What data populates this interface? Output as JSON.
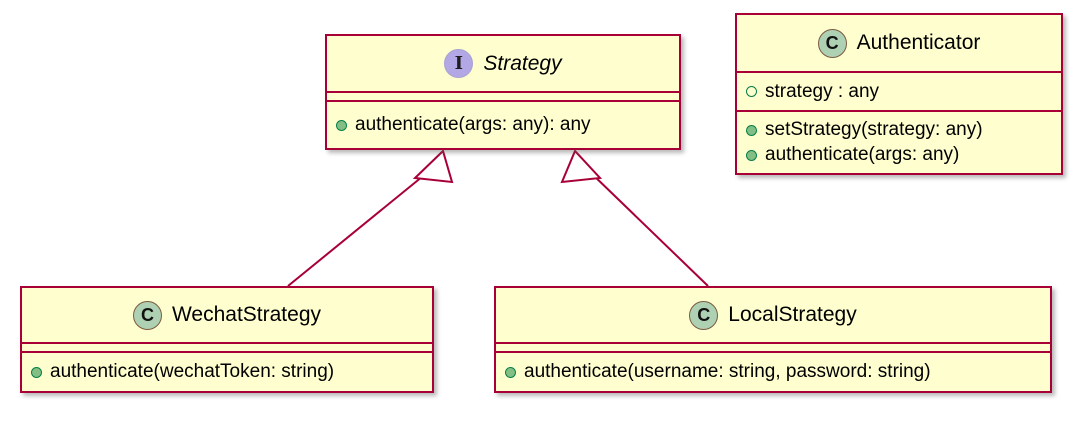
{
  "diagram": {
    "type": "uml-class-diagram",
    "title": "Strategy pattern authentication class diagram",
    "colors": {
      "box_fill": "#FEFECE",
      "box_border": "#A80036",
      "interface_badge": "#B4A7E5",
      "class_badge": "#ADD1B2",
      "public_marker": "#84BE84",
      "line": "#A80036",
      "background": "#FFFFFF"
    }
  },
  "classes": {
    "strategy": {
      "name": "Strategy",
      "stereotype": "interface",
      "badge_letter": "I",
      "attributes": [],
      "methods": [
        {
          "visibility": "public",
          "signature": "authenticate(args: any): any"
        }
      ]
    },
    "authenticator": {
      "name": "Authenticator",
      "stereotype": "class",
      "badge_letter": "C",
      "attributes": [
        {
          "visibility": "package",
          "signature": "strategy : any"
        }
      ],
      "methods": [
        {
          "visibility": "public",
          "signature": "setStrategy(strategy: any)"
        },
        {
          "visibility": "public",
          "signature": "authenticate(args: any)"
        }
      ]
    },
    "wechat_strategy": {
      "name": "WechatStrategy",
      "stereotype": "class",
      "badge_letter": "C",
      "attributes": [],
      "methods": [
        {
          "visibility": "public",
          "signature": "authenticate(wechatToken: string)"
        }
      ]
    },
    "local_strategy": {
      "name": "LocalStrategy",
      "stereotype": "class",
      "badge_letter": "C",
      "attributes": [],
      "methods": [
        {
          "visibility": "public",
          "signature": "authenticate(username: string, password: string)"
        }
      ]
    }
  },
  "relationships": [
    {
      "kind": "generalization",
      "from": "WechatStrategy",
      "to": "Strategy",
      "arrow": "hollow-triangle"
    },
    {
      "kind": "generalization",
      "from": "LocalStrategy",
      "to": "Strategy",
      "arrow": "hollow-triangle"
    }
  ]
}
